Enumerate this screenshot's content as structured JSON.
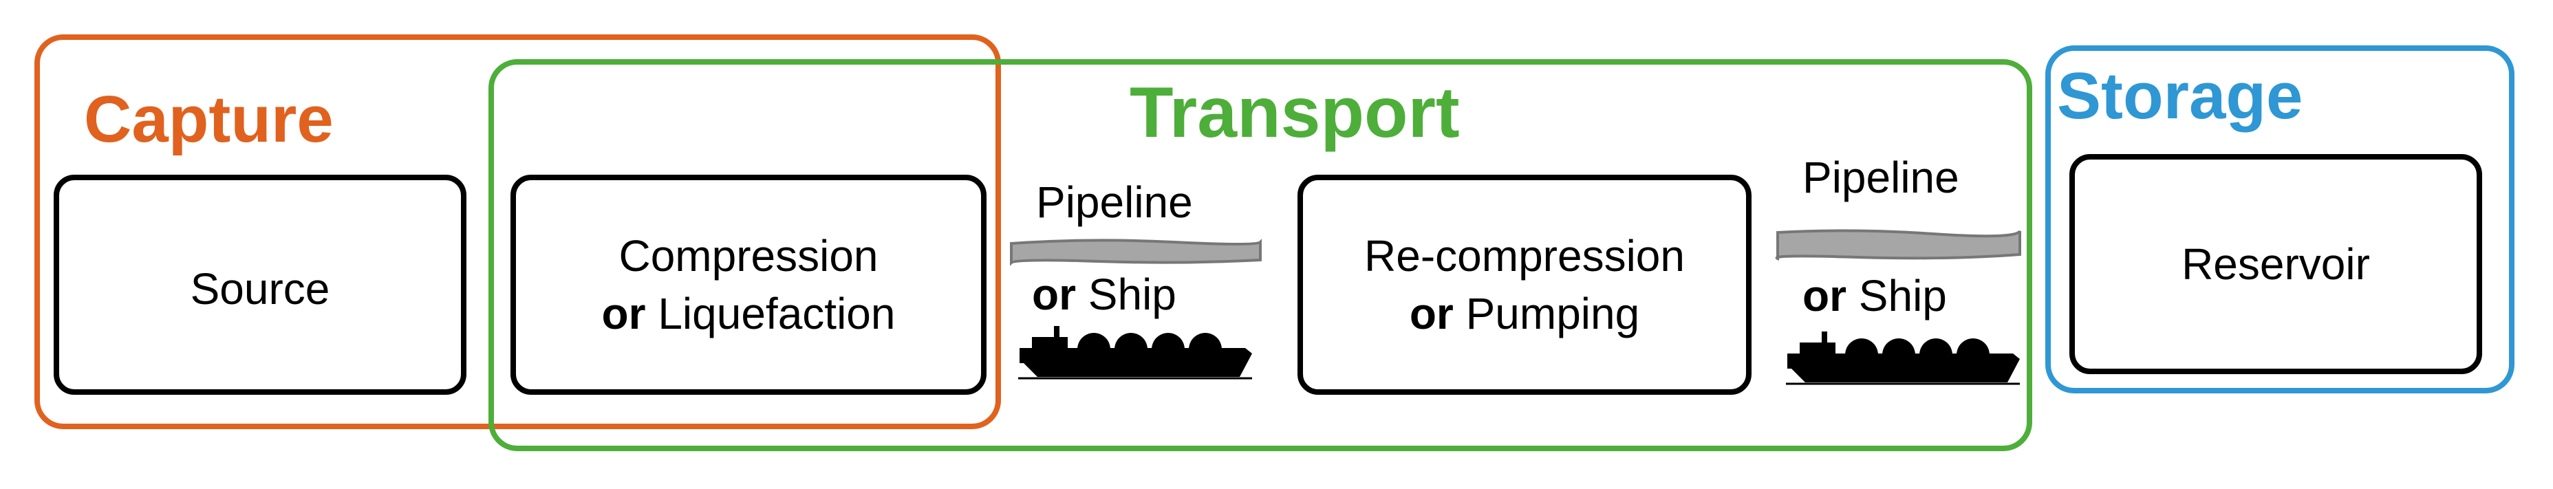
{
  "groups": {
    "capture": {
      "label": "Capture",
      "color": "#E0621E"
    },
    "transport": {
      "label": "Transport",
      "color": "#4EAE3A"
    },
    "storage": {
      "label": "Storage",
      "color": "#2E97D4"
    }
  },
  "boxes": {
    "source": {
      "line1": "Source"
    },
    "compress": {
      "line1": "Compression",
      "or": "or",
      "line2": "Liquefaction"
    },
    "recompress": {
      "line1": "Re-compression",
      "or": "or",
      "line2": "Pumping"
    },
    "reservoir": {
      "line1": "Reservoir"
    }
  },
  "links": [
    {
      "pipeline": "Pipeline",
      "or": "or",
      "ship": "Ship"
    },
    {
      "pipeline": "Pipeline",
      "or": "or",
      "ship": "Ship"
    }
  ],
  "colors": {
    "pipe_fill": "#A6A6A6",
    "pipe_stroke": "#777777",
    "ship": "#000000"
  },
  "icons": {
    "pipe": "pipe-icon",
    "ship": "ship-icon"
  }
}
